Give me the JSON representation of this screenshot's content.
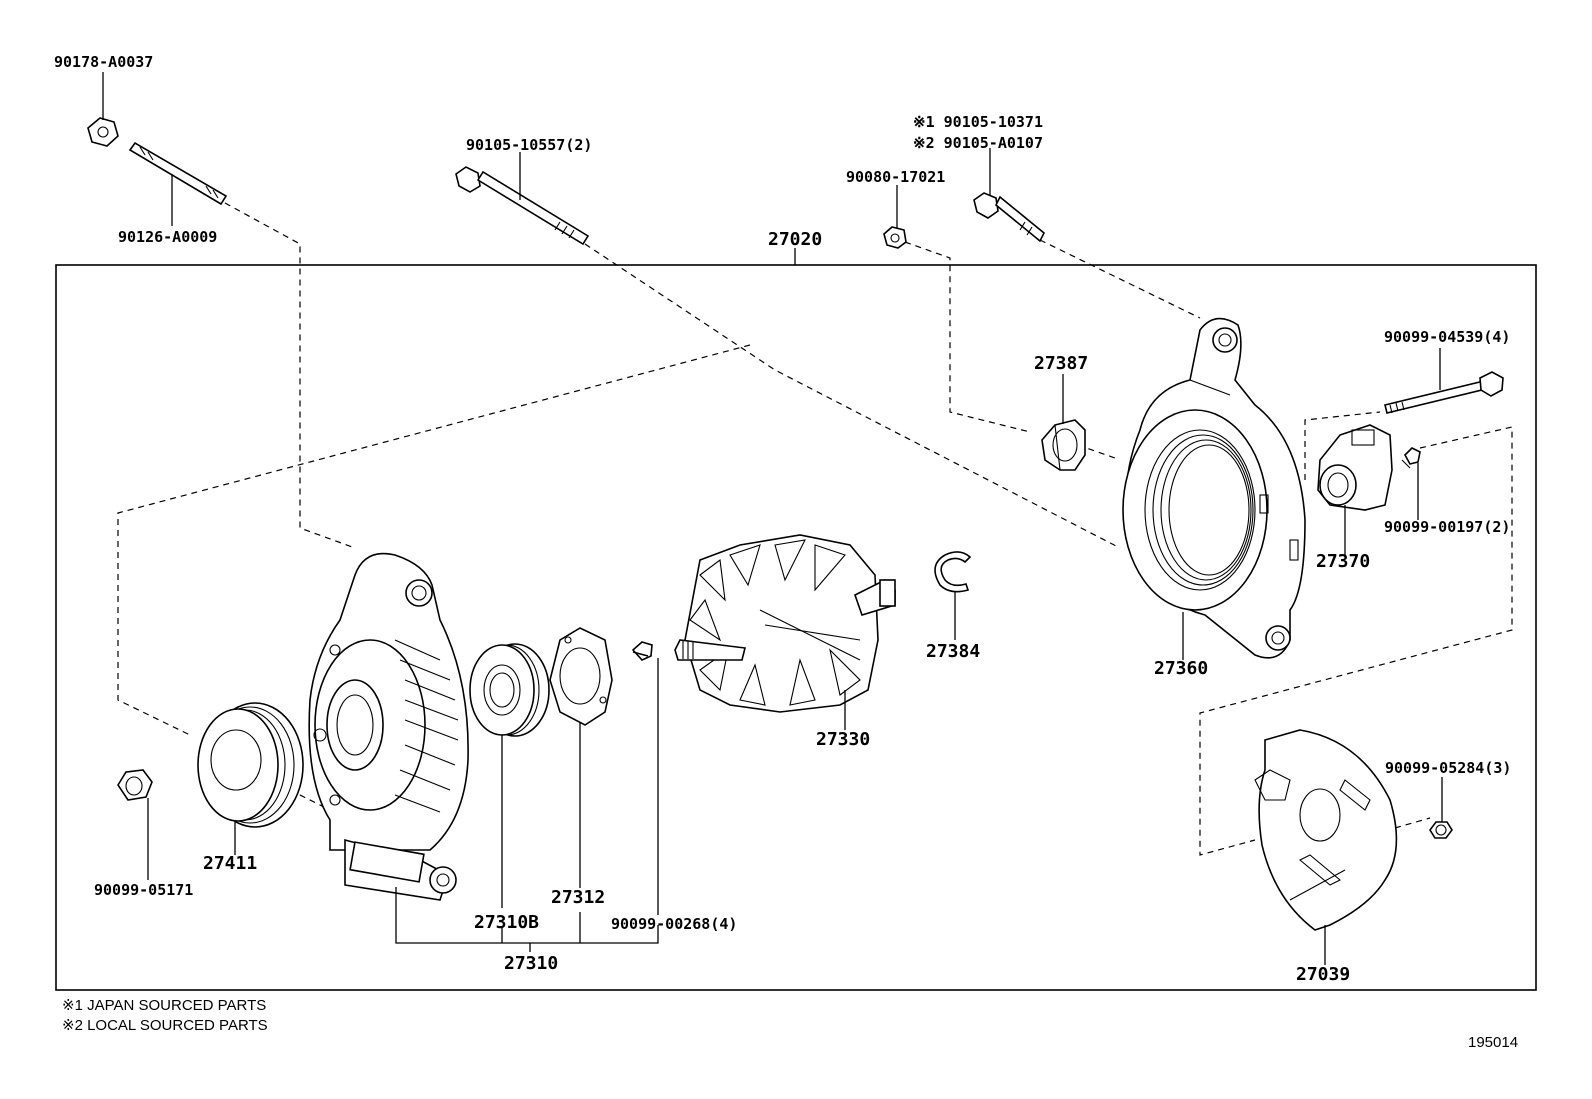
{
  "labels": {
    "p90178_A0037": "90178-A0037",
    "p90126_A0009": "90126-A0009",
    "p90105_10557": "90105-10557(2)",
    "p90080_17021": "90080-17021",
    "p90105_10371": "※1 90105-10371",
    "p90105_A0107": "※2 90105-A0107",
    "p27020": "27020",
    "p27387": "27387",
    "p90099_04539": "90099-04539(4)",
    "p90099_00197": "90099-00197(2)",
    "p27370": "27370",
    "p27360": "27360",
    "p27384": "27384",
    "p27330": "27330",
    "p90099_05284": "90099-05284(3)",
    "p27039": "27039",
    "p27411": "27411",
    "p90099_05171": "90099-05171",
    "p27312": "27312",
    "p27310B": "27310B",
    "p90099_00268": "90099-00268(4)",
    "p27310": "27310"
  },
  "notes": {
    "note1": "※1 JAPAN SOURCED PARTS",
    "note2": "※2 LOCAL SOURCED PARTS"
  },
  "figure_code": "195014"
}
